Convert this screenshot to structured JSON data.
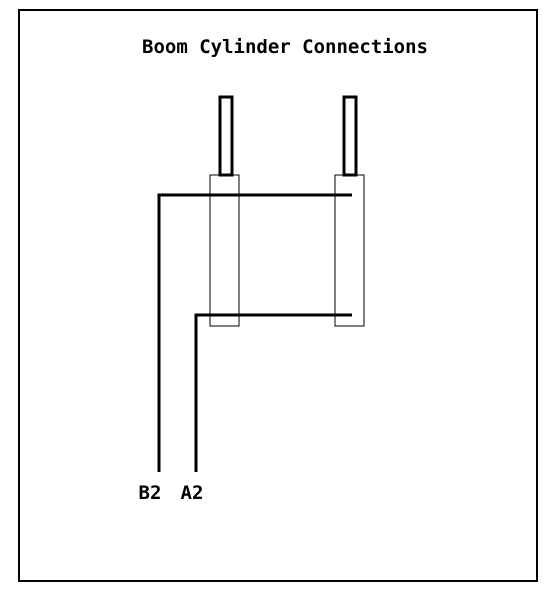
{
  "title": "Boom Cylinder Connections",
  "ports": {
    "b2": "B2",
    "a2": "A2"
  },
  "colors": {
    "line": "#000000",
    "background": "#ffffff"
  }
}
